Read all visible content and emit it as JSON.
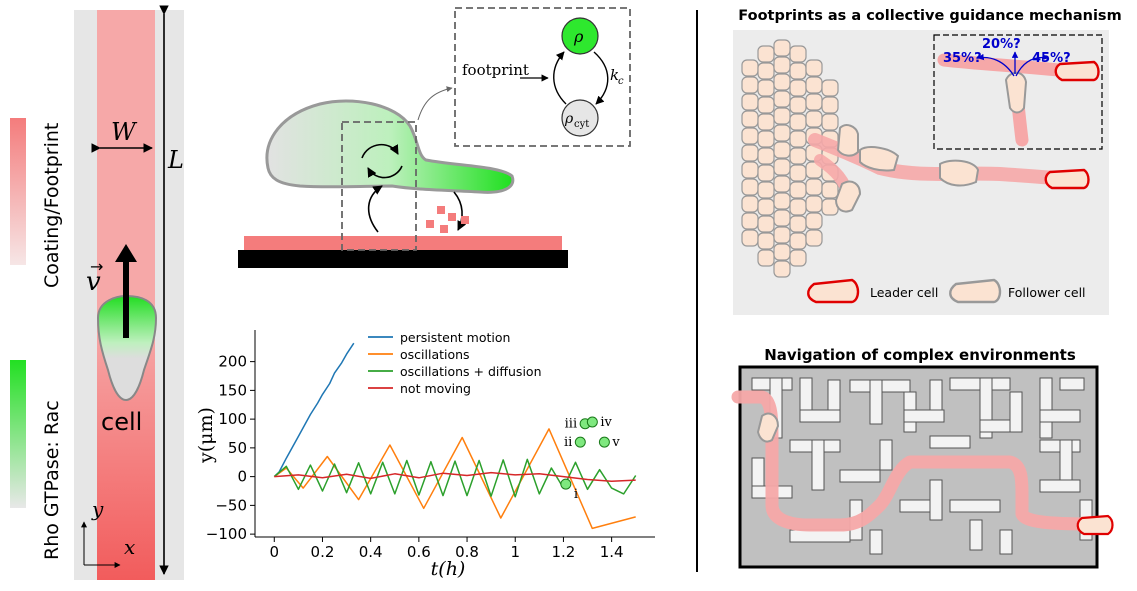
{
  "channel": {
    "width_symbol": "W",
    "length_symbol": "L",
    "velocity_symbol": "v",
    "cell_label": "cell",
    "axis_y": "y",
    "axis_x": "x",
    "colorbar_top_label": "Coating/Footprint",
    "colorbar_bottom_label": "Rho GTPase: Rac"
  },
  "feedback_diagram": {
    "footprint_label": "footprint",
    "rho_label": "ρ",
    "rho_cyt_label": "ρ",
    "rho_cyt_subscript": "cyt",
    "rate_label": "k",
    "rate_subscript": "c"
  },
  "chart_data": {
    "type": "line",
    "xlabel": "t(h)",
    "ylabel": "y(μm)",
    "xlim": [
      -0.08,
      1.58
    ],
    "ylim": [
      -105,
      255
    ],
    "xticks": [
      0,
      0.2,
      0.4,
      0.6,
      0.8,
      1.0,
      1.2,
      1.4
    ],
    "xtick_labels": [
      "0",
      "0.2",
      "0.4",
      "0.6",
      "0.8",
      "1",
      "1.2",
      "1.4"
    ],
    "yticks": [
      -100,
      -50,
      0,
      50,
      100,
      150,
      200
    ],
    "ytick_labels": [
      "−100",
      "−50",
      "0",
      "50",
      "100",
      "150",
      "200"
    ],
    "legend_position": "top-right",
    "series": [
      {
        "name": "persistent motion",
        "color": "#1f77b4",
        "x": [
          0,
          0.02,
          0.05,
          0.1,
          0.15,
          0.18,
          0.2,
          0.23,
          0.25,
          0.28,
          0.3,
          0.33
        ],
        "y": [
          0,
          8,
          32,
          70,
          108,
          128,
          143,
          162,
          180,
          198,
          213,
          232
        ]
      },
      {
        "name": "oscillations",
        "color": "#ff7f0e",
        "x": [
          0,
          0.05,
          0.12,
          0.22,
          0.35,
          0.48,
          0.62,
          0.78,
          0.94,
          1.14,
          1.32,
          1.5
        ],
        "y": [
          0,
          15,
          -20,
          35,
          -40,
          55,
          -55,
          68,
          -72,
          83,
          -90,
          -70
        ]
      },
      {
        "name": "oscillations + diffusion",
        "color": "#2ca02c",
        "x": [
          0,
          0.05,
          0.1,
          0.15,
          0.2,
          0.25,
          0.3,
          0.35,
          0.4,
          0.45,
          0.5,
          0.55,
          0.6,
          0.65,
          0.7,
          0.75,
          0.8,
          0.85,
          0.9,
          0.95,
          1.0,
          1.05,
          1.1,
          1.15,
          1.2,
          1.25,
          1.3,
          1.35,
          1.4,
          1.45,
          1.5
        ],
        "y": [
          0,
          18,
          -22,
          20,
          -25,
          22,
          -28,
          24,
          -30,
          25,
          -30,
          28,
          -32,
          26,
          -33,
          27,
          -33,
          28,
          -34,
          29,
          -35,
          30,
          -30,
          15,
          -20,
          25,
          -22,
          12,
          -20,
          -30,
          2
        ]
      },
      {
        "name": "not moving",
        "color": "#d62728",
        "x": [
          0,
          0.1,
          0.2,
          0.3,
          0.4,
          0.5,
          0.6,
          0.7,
          0.8,
          0.9,
          1.0,
          1.1,
          1.2,
          1.3,
          1.4,
          1.5
        ],
        "y": [
          0,
          3,
          -2,
          4,
          -3,
          5,
          -2,
          6,
          2,
          7,
          3,
          5,
          0,
          -5,
          -8,
          -6
        ]
      }
    ],
    "annotations": [
      {
        "label": "i",
        "x": 1.21,
        "y": -13
      },
      {
        "label": "ii",
        "x": 1.27,
        "y": 60
      },
      {
        "label": "iii",
        "x": 1.29,
        "y": 92
      },
      {
        "label": "iv",
        "x": 1.32,
        "y": 95
      },
      {
        "label": "v",
        "x": 1.37,
        "y": 60
      }
    ]
  },
  "right_panels": {
    "top_title": "Footprints as a collective guidance mechanism",
    "percent_left": "35%?",
    "percent_mid": "20%?",
    "percent_right": "45%?",
    "leader_label": "Leader cell",
    "follower_label": "Follower cell",
    "bottom_title": "Navigation of complex environments"
  },
  "colors": {
    "coating": "#f47c7c",
    "rac": "#2ee82e",
    "cell_gray": "#e0e0e0",
    "cell_outline": "#999999",
    "leader": "#e00000",
    "follower_fill": "#fbe3d2",
    "percent_text": "#0000cc"
  }
}
